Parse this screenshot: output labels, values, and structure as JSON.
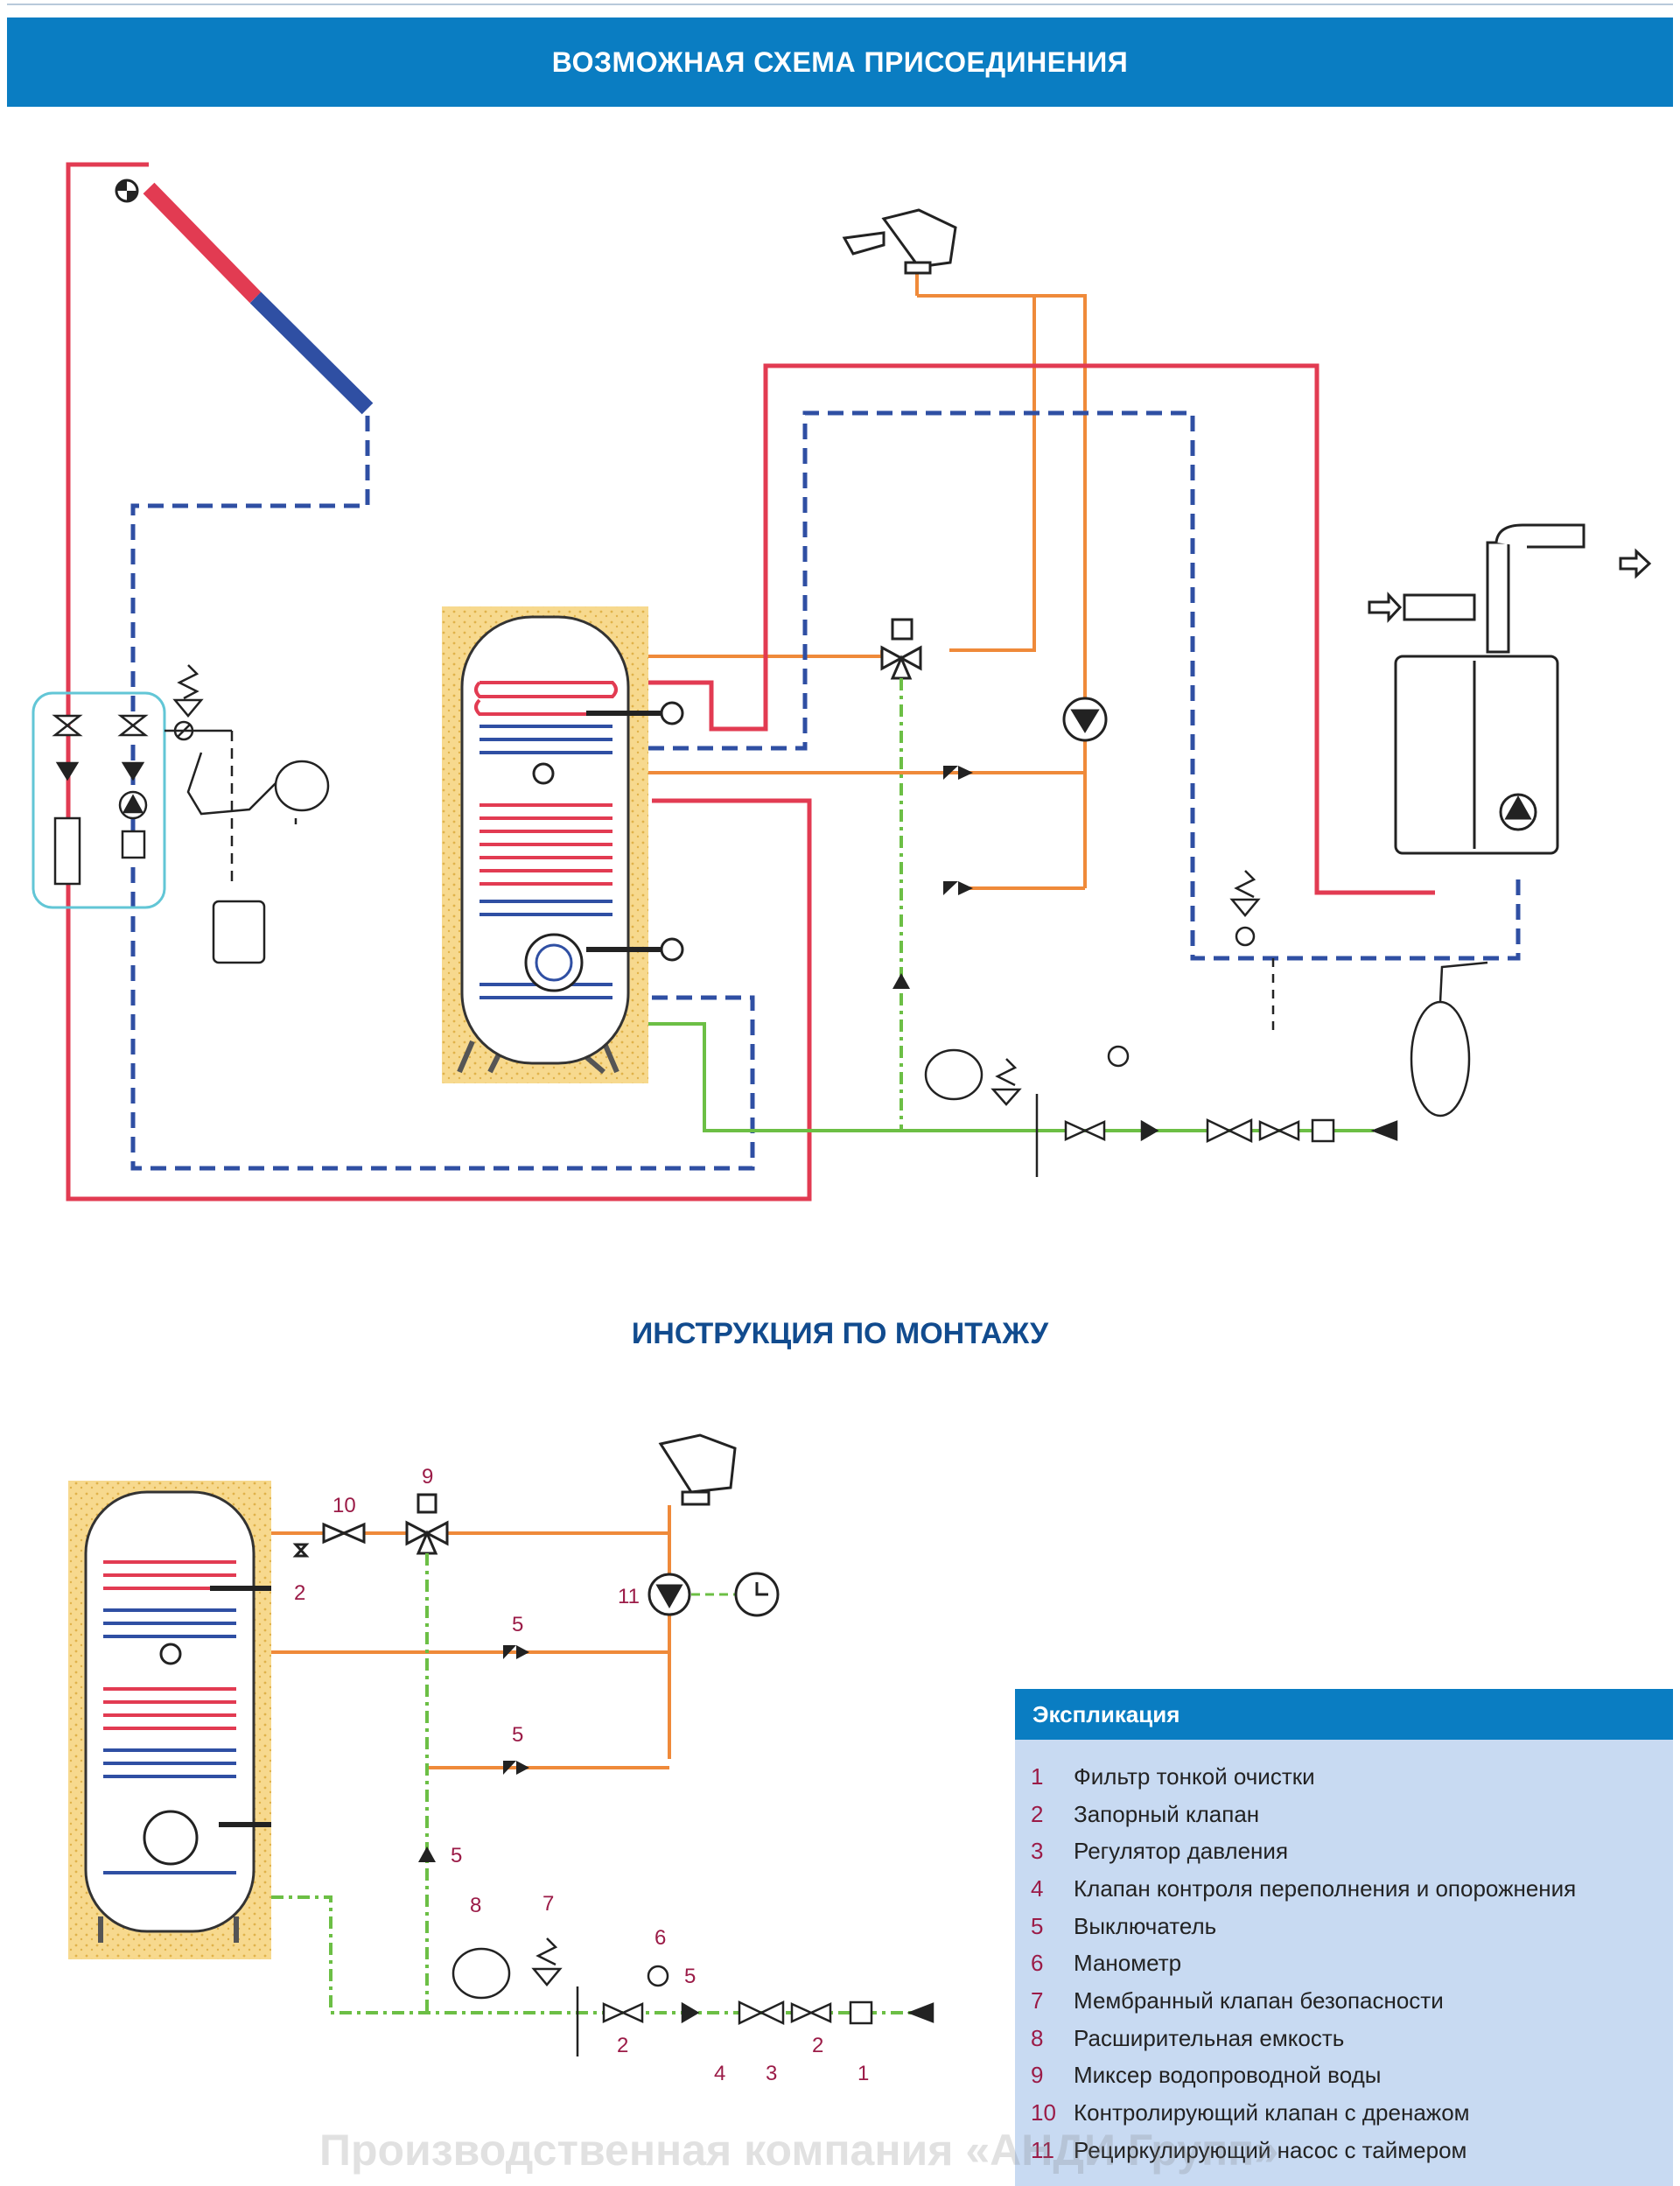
{
  "header": {
    "title": "ВОЗМОЖНАЯ СХЕМА ПРИСОЕДИНЕНИЯ"
  },
  "section2": {
    "title": "ИНСТРУКЦИЯ ПО МОНТАЖУ"
  },
  "callouts": [
    "10",
    "9",
    "2",
    "11",
    "5",
    "5",
    "5",
    "8",
    "7",
    "6",
    "5",
    "2",
    "4",
    "3",
    "2",
    "1"
  ],
  "legend": {
    "title": "Экспликация",
    "items": [
      {
        "num": "1",
        "text": "Фильтр тонкой очистки"
      },
      {
        "num": "2",
        "text": "Запорный клапан"
      },
      {
        "num": "3",
        "text": "Регулятор давления"
      },
      {
        "num": "4",
        "text": "Клапан контроля переполнения и опорожнения"
      },
      {
        "num": "5",
        "text": "Выключатель"
      },
      {
        "num": "6",
        "text": "Манометр"
      },
      {
        "num": "7",
        "text": "Мембранный клапан безопасности"
      },
      {
        "num": "8",
        "text": "Расширительная емкость"
      },
      {
        "num": "9",
        "text": "Миксер водопроводной воды"
      },
      {
        "num": "10",
        "text": "Контролирующий клапан с дренажом"
      },
      {
        "num": "11",
        "text": "Рециркулирующий насос с таймером"
      }
    ]
  },
  "watermark": "Производственная компания «АНДИ Групп»",
  "colors": {
    "hot": "#e23b52",
    "cold": "#2f4fa3",
    "dhw": "#ef8a3a",
    "mains": "#6cbf45",
    "insulation": "#f5d58a",
    "banner": "#0a7dc2",
    "legend_bg": "#c8daf2",
    "callout": "#9b1b47"
  }
}
